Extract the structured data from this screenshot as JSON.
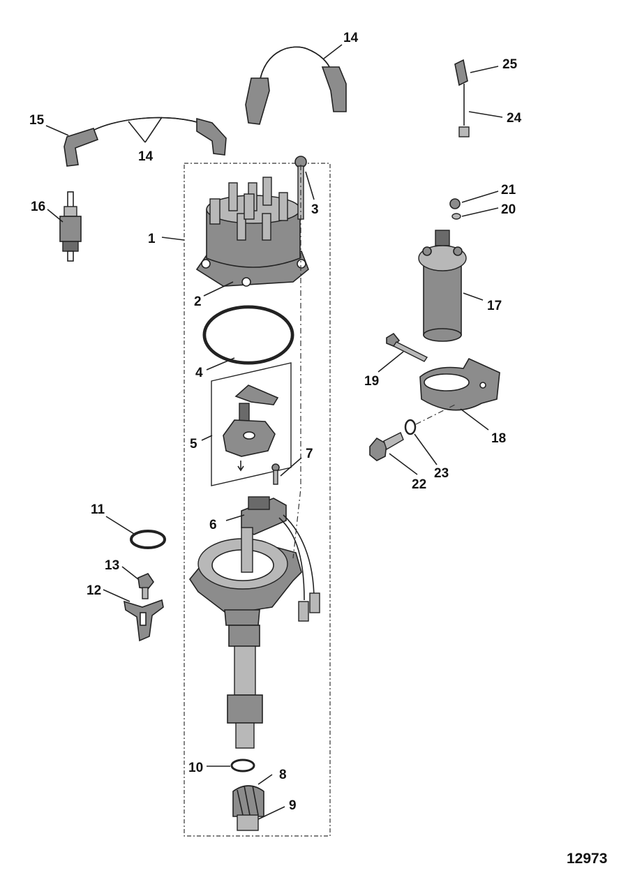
{
  "figure_number": "12973",
  "callouts": [
    "1",
    "2",
    "3",
    "4",
    "5",
    "6",
    "7",
    "8",
    "9",
    "10",
    "11",
    "12",
    "13",
    "14",
    "15",
    "16",
    "17",
    "18",
    "19",
    "20",
    "21",
    "22",
    "23",
    "24",
    "25"
  ],
  "callout_14_extra": "14",
  "colors": {
    "ink": "#222222",
    "part_fill": "#8c8c8c",
    "background": "#ffffff"
  }
}
